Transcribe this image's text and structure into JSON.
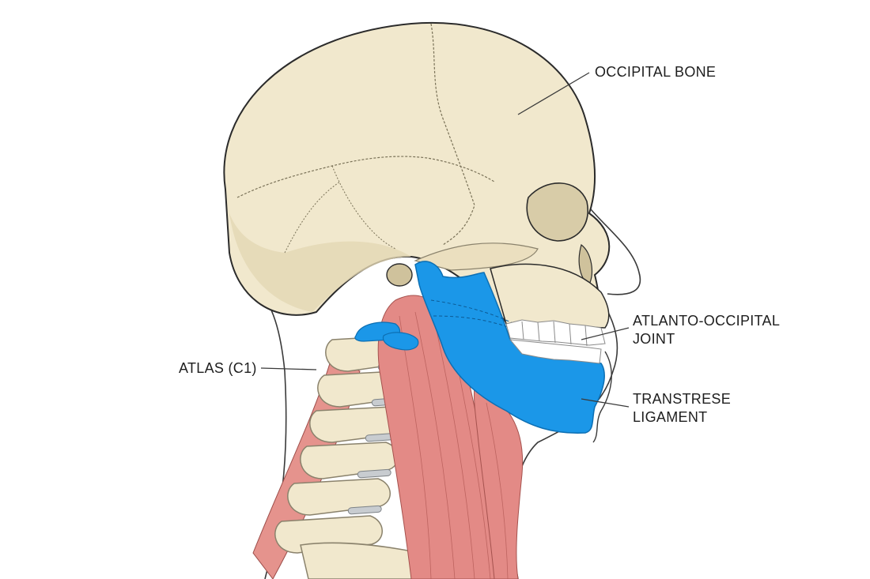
{
  "labels": {
    "occipital_bone": "OCCIPITAL BONE",
    "atlanto_occipital_joint": [
      "ATLANTO-OCCIPITAL",
      "JOINT"
    ],
    "atlas_c1": "ATLAS (C1)",
    "transverse_ligament": [
      "TRANSTRESE",
      "LIGAMENT"
    ]
  },
  "colors": {
    "bone": "#f1e8cd",
    "bone_outline": "#8a826c",
    "highlight_blue": "#1b97e8",
    "muscle": "#e0817d",
    "disc": "#c8ccd0",
    "outline": "#2b2b2b"
  }
}
